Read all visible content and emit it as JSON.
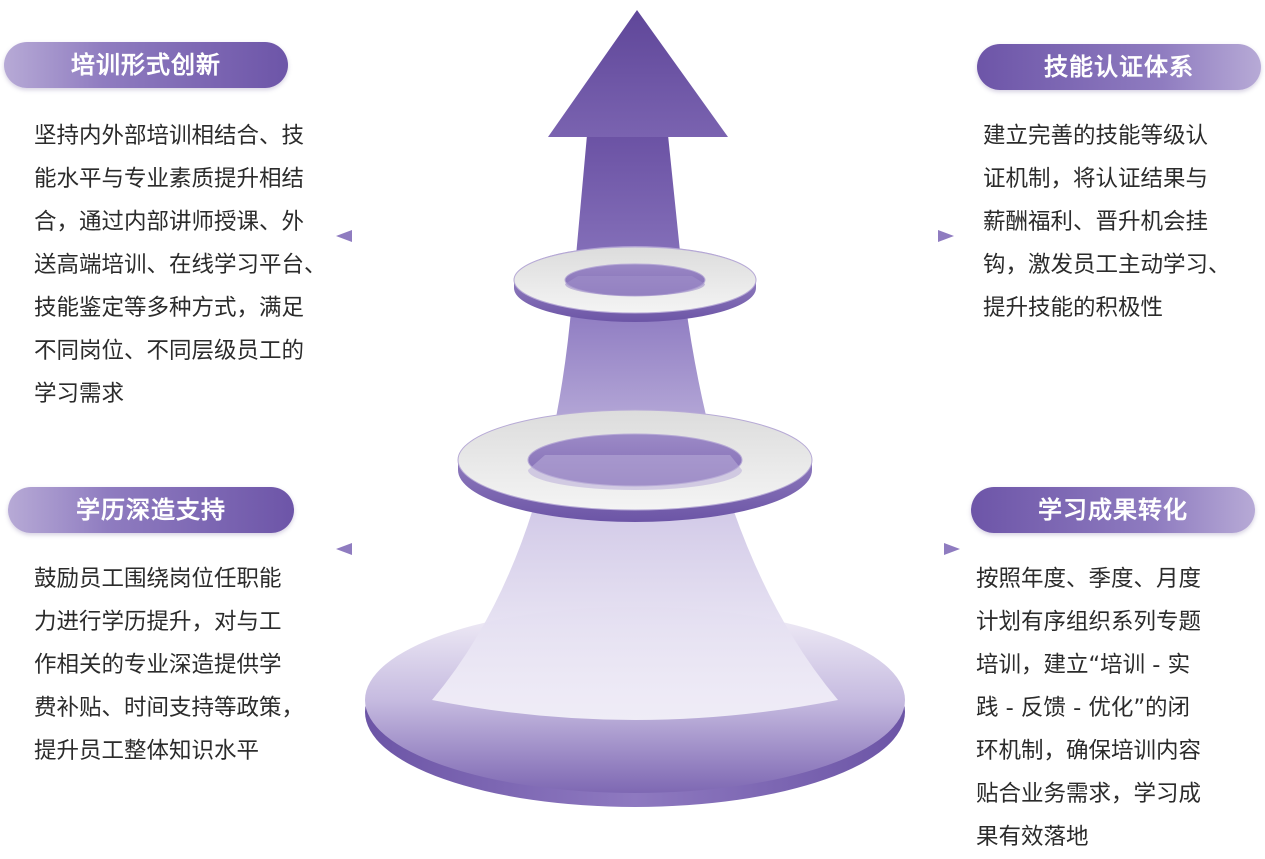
{
  "sections": {
    "top_left": {
      "title": "培训形式创新",
      "lines": [
        "坚持内外部培训相结合、技",
        "能水平与专业素质提升相结",
        "合，通过内部讲师授课、外",
        "送高端培训、在线学习平台、",
        "技能鉴定等多种方式，满足",
        "不同岗位、不同层级员工的",
        "学习需求"
      ]
    },
    "top_right": {
      "title": "技能认证体系",
      "lines": [
        "建立完善的技能等级认",
        "证机制，将认证结果与",
        "薪酬福利、晋升机会挂",
        "钩，激发员工主动学习、",
        "提升技能的积极性"
      ]
    },
    "bottom_left": {
      "title": "学历深造支持",
      "lines": [
        "鼓励员工围绕岗位任职能",
        "力进行学历提升，对与工",
        "作相关的专业深造提供学",
        "费补贴、时间支持等政策，",
        "提升员工整体知识水平"
      ]
    },
    "bottom_right": {
      "title": "学习成果转化",
      "lines": [
        "按照年度、季度、月度",
        "计划有序组织系列专题",
        "培训，建立“培训 - 实",
        "践 - 反馈 - 优化”的闭",
        "环机制，确保培训内容",
        "贴合业务需求，学习成",
        "果有效落地"
      ]
    }
  },
  "colors": {
    "accent_dark": "#6d55a8",
    "accent_light": "#b7aad6",
    "text": "#2b2b2b"
  }
}
